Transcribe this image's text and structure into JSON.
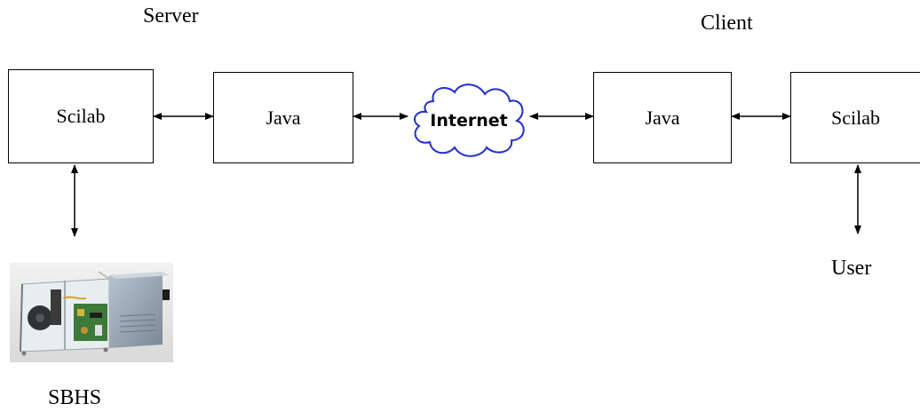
{
  "diagram": {
    "server_heading": "Server",
    "client_heading": "Client",
    "server_scilab": "Scilab",
    "server_java": "Java",
    "internet": "Internet",
    "client_java": "Java",
    "client_scilab": "Scilab",
    "device_label": "SBHS",
    "user_label": "User"
  },
  "colors": {
    "cloud_outline": "#1f2fd0",
    "line": "#000000"
  },
  "icons": {
    "device_image": "sbhs-hardware-photo"
  }
}
